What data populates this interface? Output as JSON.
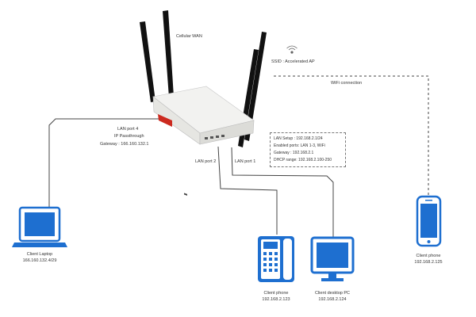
{
  "diagram": {
    "cellular_wan": "Cellular WAN",
    "ssid": "SSID : Accelerated AP",
    "wifi_connection": "WiFi connection",
    "lan_port4": {
      "line1": "LAN port 4",
      "line2": "IP Passthrough",
      "line3": "Gateway : 166.160.132.1"
    },
    "lan_port2": "LAN port 2",
    "lan_port1": "LAN port 1",
    "lan_settings": {
      "setup": "LAN Setup : 192.168.2.1/24",
      "enabled_ports": "Enabled ports: LAN 1-3, WiFi",
      "gateway": "Gateway : 192.168.2.1",
      "dhcp_range": "DHCP range: 192.168.2.100-250"
    },
    "client_laptop": {
      "name": "Client Laptop",
      "ip": "166.160.132.4/29"
    },
    "client_phone_desk": {
      "name": "Client phone",
      "ip": "192.168.2.123"
    },
    "client_desktop": {
      "name": "Client desktop PC",
      "ip": "192.168.2.124"
    },
    "client_phone_mobile": {
      "name": "Client phone",
      "ip": "192.168.2.125"
    }
  },
  "colors": {
    "line": "#444444",
    "device_blue": "#1e6fd0",
    "router_red": "#cc2a1f"
  }
}
